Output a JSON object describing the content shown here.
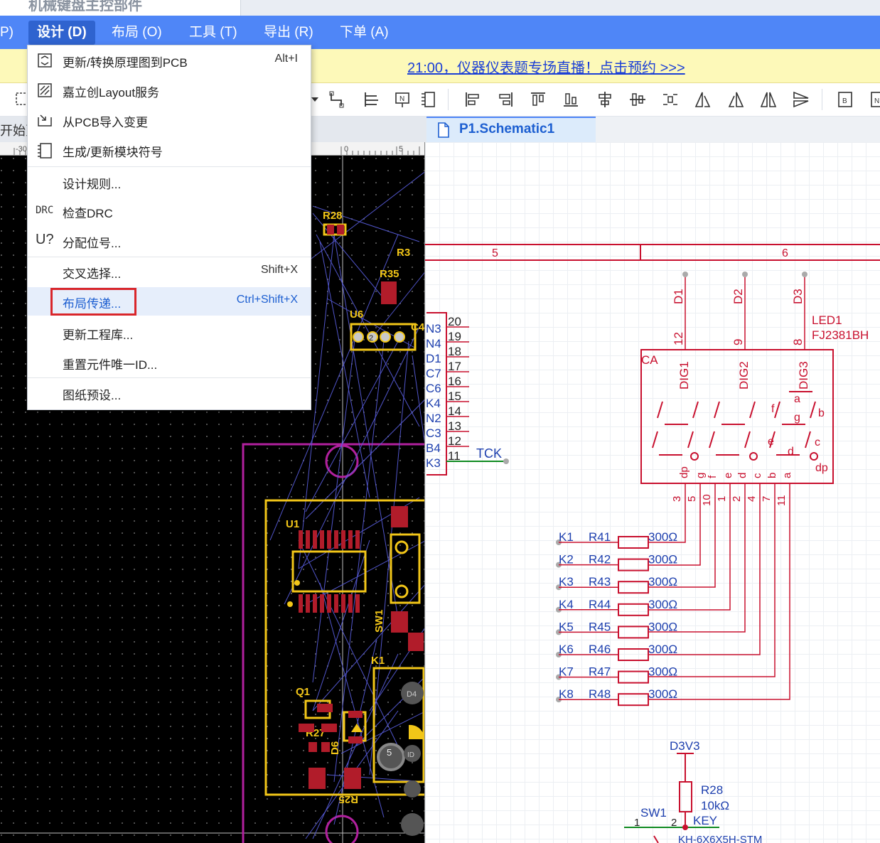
{
  "top_tab": {
    "title": "机械键盘主控部件"
  },
  "menubar": {
    "items": [
      {
        "label": "P)"
      },
      {
        "label": "设计 (D)"
      },
      {
        "label": "布局 (O)"
      },
      {
        "label": "工具 (T)"
      },
      {
        "label": "导出 (R)"
      },
      {
        "label": "下单 (A)"
      }
    ]
  },
  "announcement": {
    "text": "21:00，仪器仪表题专场直播！点击预约 >>>"
  },
  "tabs": {
    "home": "开始页",
    "schematic": "P1.Schematic1"
  },
  "dropdown": {
    "items": [
      {
        "label": "更新/转换原理图到PCB",
        "shortcut": "Alt+I",
        "icon": "update-pcb-icon"
      },
      {
        "label": "嘉立创Layout服务",
        "shortcut": "",
        "icon": "layout-service-icon"
      },
      {
        "label": "从PCB导入变更",
        "shortcut": "",
        "icon": "import-changes-icon"
      },
      {
        "label": "生成/更新模块符号",
        "shortcut": "",
        "icon": "module-symbol-icon"
      },
      {
        "label": "设计规则...",
        "shortcut": "",
        "icon": ""
      },
      {
        "label": "检查DRC",
        "shortcut": "",
        "icon": "drc-icon",
        "icon_text": "DRC"
      },
      {
        "label": "分配位号...",
        "shortcut": "",
        "icon": "designator-icon",
        "icon_text": "U?"
      },
      {
        "label": "交叉选择...",
        "shortcut": "Shift+X",
        "icon": ""
      },
      {
        "label": "布局传递...",
        "shortcut": "Ctrl+Shift+X",
        "icon": "",
        "highlighted": true
      },
      {
        "label": "更新工程库...",
        "shortcut": "",
        "icon": ""
      },
      {
        "label": "重置元件唯一ID...",
        "shortcut": "",
        "icon": ""
      },
      {
        "label": "图纸预设...",
        "shortcut": "",
        "icon": ""
      }
    ]
  },
  "pcb": {
    "ruler": [
      "-30",
      "0",
      "5"
    ],
    "labels": [
      "R28",
      "R3",
      "R35",
      "U6",
      "C4",
      "U1",
      "SW1",
      "K1",
      "Q1",
      "R27",
      "D6",
      "R25",
      "2",
      "5",
      "D4",
      "ID"
    ]
  },
  "schematic": {
    "zones": [
      "5",
      "6"
    ],
    "connector_pins": [
      {
        "num": "20",
        "net": "N3"
      },
      {
        "num": "19",
        "net": "N4"
      },
      {
        "num": "18",
        "net": "D1"
      },
      {
        "num": "17",
        "net": "C7"
      },
      {
        "num": "16",
        "net": "C6"
      },
      {
        "num": "15",
        "net": "K4"
      },
      {
        "num": "14",
        "net": "N2"
      },
      {
        "num": "13",
        "net": "C3"
      },
      {
        "num": "12",
        "net": "B4"
      },
      {
        "num": "11",
        "net": "K3"
      }
    ],
    "net_tck": "TCK",
    "led": {
      "designator": "LED1",
      "part": "FJ2381BH",
      "common": "CA",
      "digit_nets": [
        "D1",
        "D2",
        "D3"
      ],
      "digit_pins": [
        "12",
        "9",
        "8"
      ],
      "digit_labels": [
        "DIG1",
        "DIG2",
        "DIG3"
      ],
      "segment_names": [
        "a",
        "g",
        "f",
        "b",
        "e",
        "c",
        "d",
        "dp"
      ],
      "bottom_pins": [
        "dp",
        "g",
        "f",
        "e",
        "d",
        "c",
        "b",
        "a"
      ],
      "bottom_pin_nums": [
        "3",
        "5",
        "10",
        "1",
        "2",
        "4",
        "7",
        "11"
      ]
    },
    "resistors": [
      {
        "net": "K1",
        "ref": "R41",
        "value": "300Ω"
      },
      {
        "net": "K2",
        "ref": "R42",
        "value": "300Ω"
      },
      {
        "net": "K3",
        "ref": "R43",
        "value": "300Ω"
      },
      {
        "net": "K4",
        "ref": "R44",
        "value": "300Ω"
      },
      {
        "net": "K5",
        "ref": "R45",
        "value": "300Ω"
      },
      {
        "net": "K6",
        "ref": "R46",
        "value": "300Ω"
      },
      {
        "net": "K7",
        "ref": "R47",
        "value": "300Ω"
      },
      {
        "net": "K8",
        "ref": "R48",
        "value": "300Ω"
      }
    ],
    "power": "D3V3",
    "pullup": {
      "ref": "R28",
      "value": "10kΩ"
    },
    "switch": {
      "ref": "SW1",
      "pin1": "1",
      "pin2": "2",
      "net": "KEY",
      "part": "KH-6X6X5H-STM"
    }
  },
  "colors": {
    "menubar": "#4f86f7",
    "schematic_red": "#c8102e",
    "highlight_box": "#d9262b",
    "pcb_yellow": "#f2c618"
  }
}
